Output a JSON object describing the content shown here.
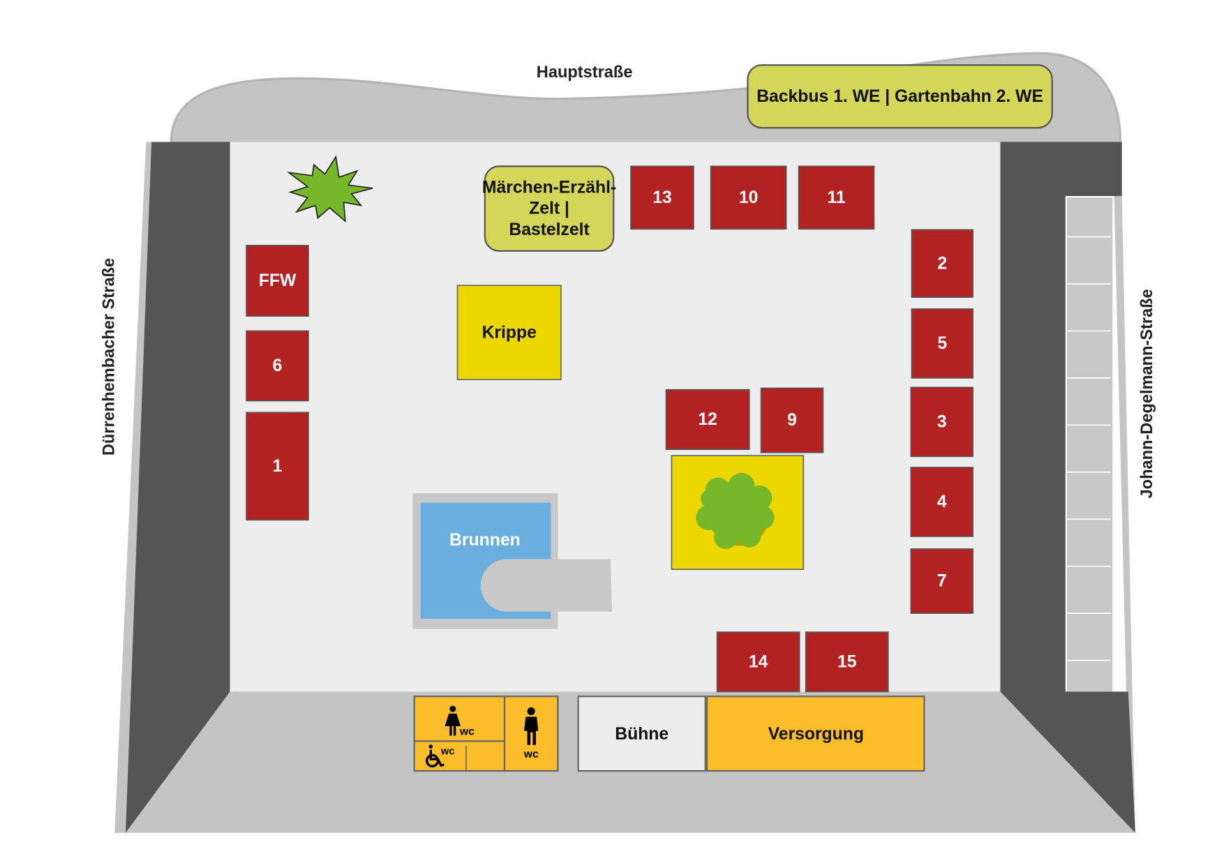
{
  "streets": {
    "top": "Hauptstraße",
    "left": "Dürrenhembacher Straße",
    "right": "Johann-Degelmann-Straße"
  },
  "areas": {
    "backbus": "Backbus 1. WE | Gartenbahn 2. WE",
    "maerchen": [
      "Märchen-Erzähl-",
      "Zelt |",
      "Bastelzelt"
    ],
    "krippe": "Krippe",
    "brunnen": "Brunnen",
    "buehne": "Bühne",
    "versorgung": "Versorgung",
    "wc": "WC",
    "wc_lower": "wc"
  },
  "booths": [
    "13",
    "10",
    "11",
    "2",
    "5",
    "3",
    "4",
    "7",
    "FFW",
    "6",
    "1",
    "12",
    "9",
    "14",
    "15"
  ],
  "colors": {
    "booth": "#b22222",
    "tent": "#d4d65a",
    "krippe": "#ecd800",
    "water": "#6aaee0",
    "supply": "#fbbd2a",
    "tree": "#76b82a"
  }
}
